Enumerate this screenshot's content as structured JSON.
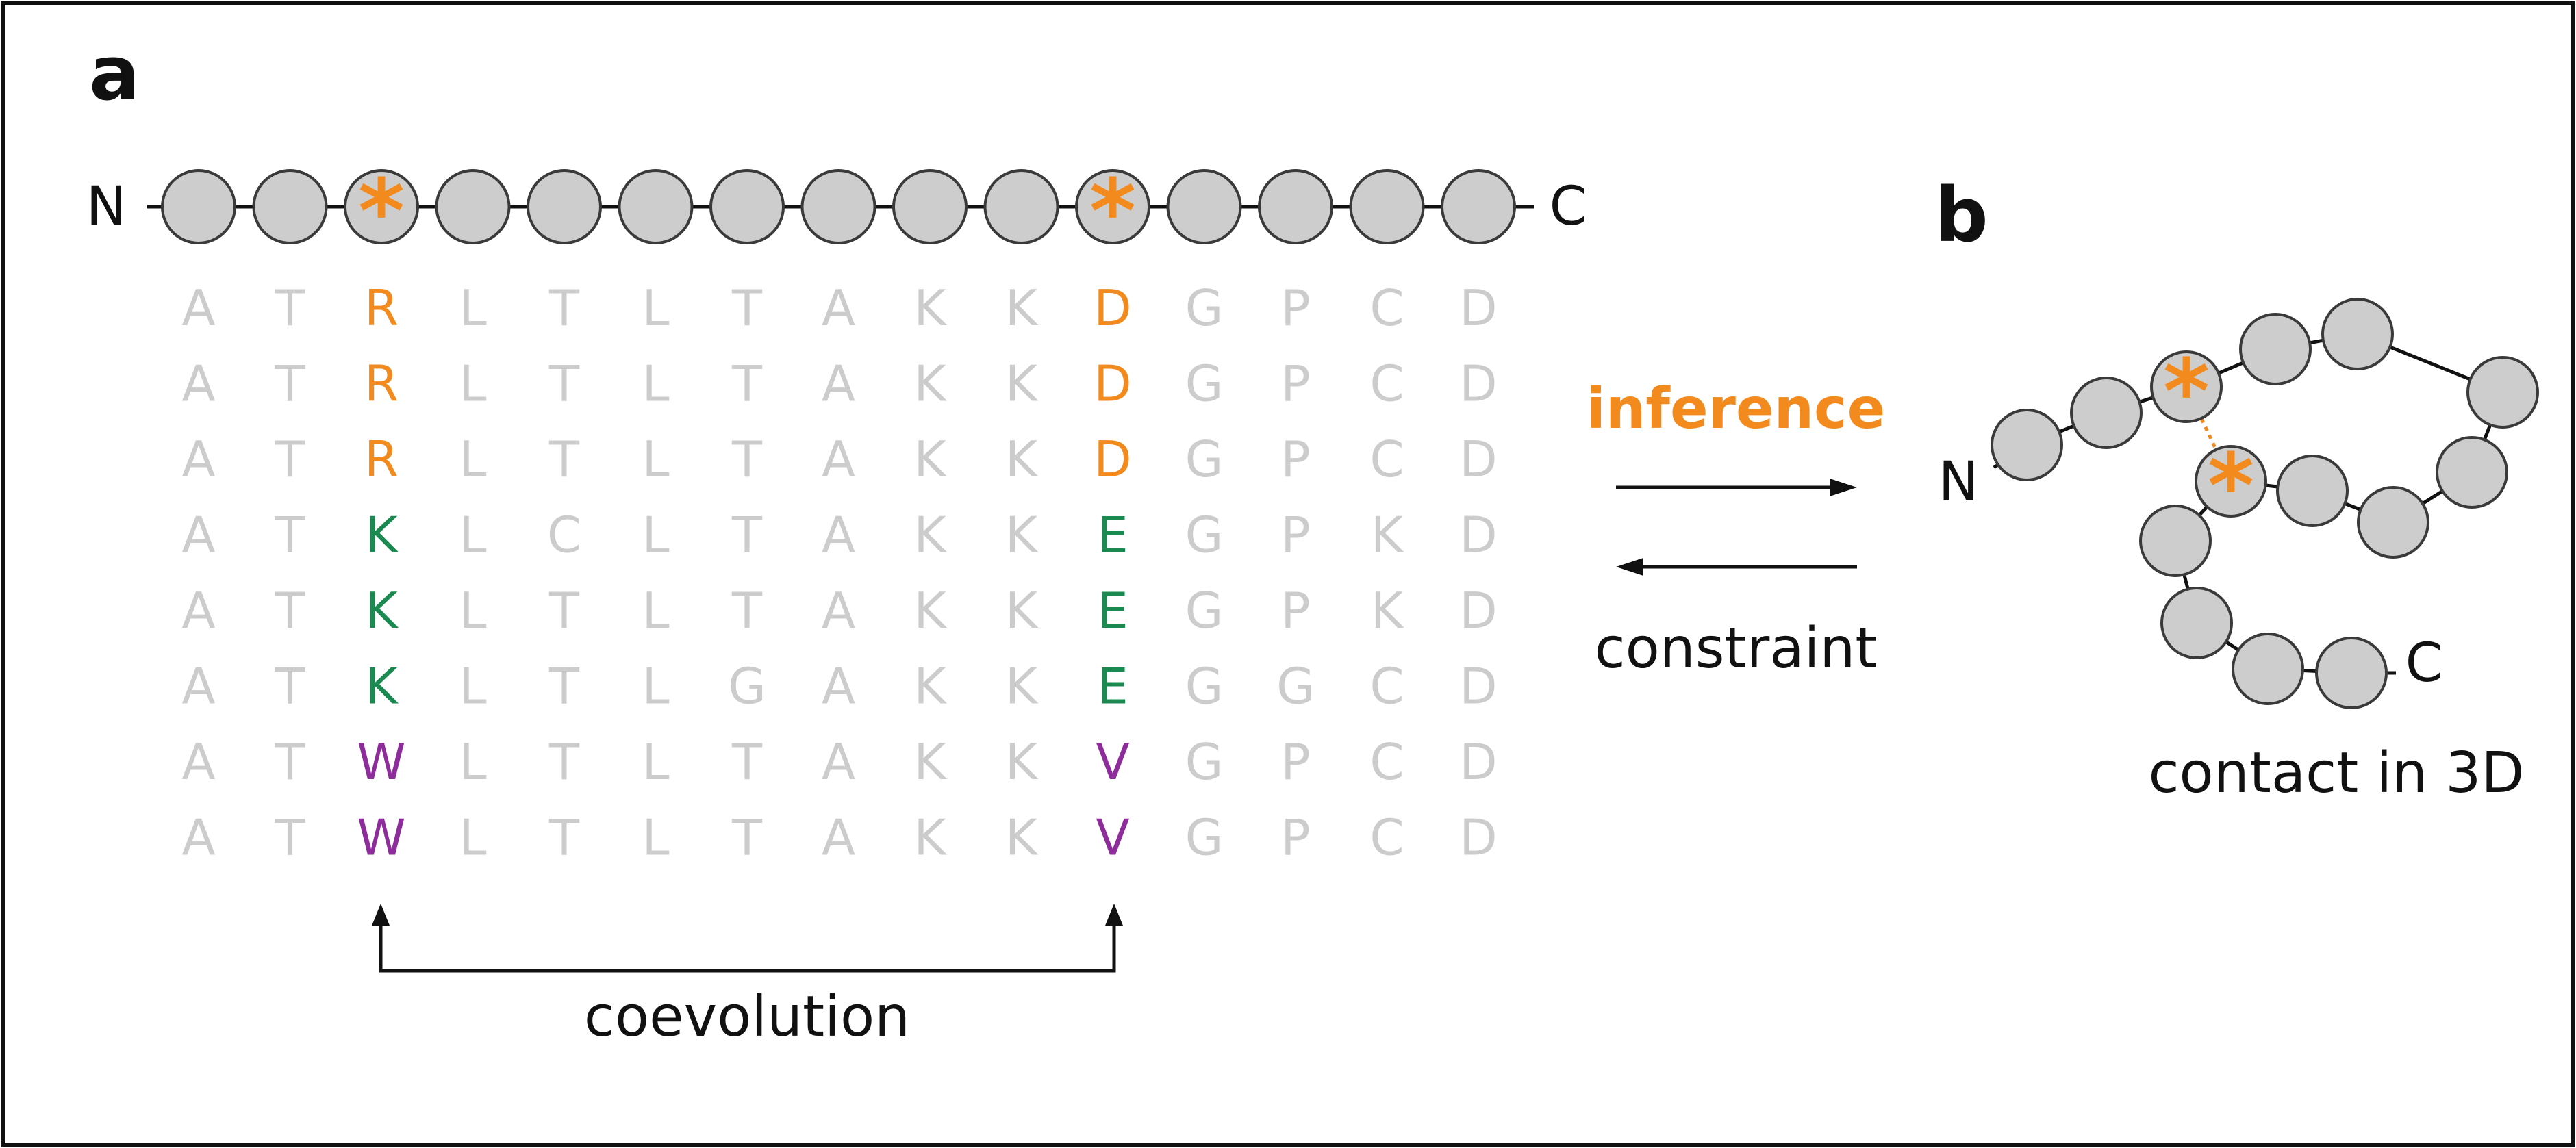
{
  "panel_a": {
    "label": "a",
    "n_label": "N",
    "c_label": "C",
    "marker": "*",
    "residue_count": 15,
    "marked_positions": [
      3,
      11
    ],
    "alignment": [
      [
        "A",
        "T",
        "R",
        "L",
        "T",
        "L",
        "T",
        "A",
        "K",
        "K",
        "D",
        "G",
        "P",
        "C",
        "D"
      ],
      [
        "A",
        "T",
        "R",
        "L",
        "T",
        "L",
        "T",
        "A",
        "K",
        "K",
        "D",
        "G",
        "P",
        "C",
        "D"
      ],
      [
        "A",
        "T",
        "R",
        "L",
        "T",
        "L",
        "T",
        "A",
        "K",
        "K",
        "D",
        "G",
        "P",
        "C",
        "D"
      ],
      [
        "A",
        "T",
        "K",
        "L",
        "C",
        "L",
        "T",
        "A",
        "K",
        "K",
        "E",
        "G",
        "P",
        "K",
        "D"
      ],
      [
        "A",
        "T",
        "K",
        "L",
        "T",
        "L",
        "T",
        "A",
        "K",
        "K",
        "E",
        "G",
        "P",
        "K",
        "D"
      ],
      [
        "A",
        "T",
        "K",
        "L",
        "T",
        "L",
        "G",
        "A",
        "K",
        "K",
        "E",
        "G",
        "G",
        "C",
        "D"
      ],
      [
        "A",
        "T",
        "W",
        "L",
        "T",
        "L",
        "T",
        "A",
        "K",
        "K",
        "V",
        "G",
        "P",
        "C",
        "D"
      ],
      [
        "A",
        "T",
        "W",
        "L",
        "T",
        "L",
        "T",
        "A",
        "K",
        "K",
        "V",
        "G",
        "P",
        "C",
        "D"
      ]
    ],
    "row_colors": [
      "orange",
      "orange",
      "orange",
      "green",
      "green",
      "green",
      "purple",
      "purple"
    ],
    "coevolution_label": "coevolution"
  },
  "middle": {
    "inference_label": "inference",
    "constraint_label": "constraint"
  },
  "panel_b": {
    "label": "b",
    "n_label": "N",
    "c_label": "C",
    "marker": "*",
    "caption": "contact in 3D"
  },
  "colors": {
    "orange": "#f28a1e",
    "green": "#1a8a50",
    "purple": "#8d2c9a",
    "faded": "#cccccc",
    "bead_fill": "#cdcdcd",
    "bead_stroke": "#3a3a3a",
    "text": "#111111"
  }
}
